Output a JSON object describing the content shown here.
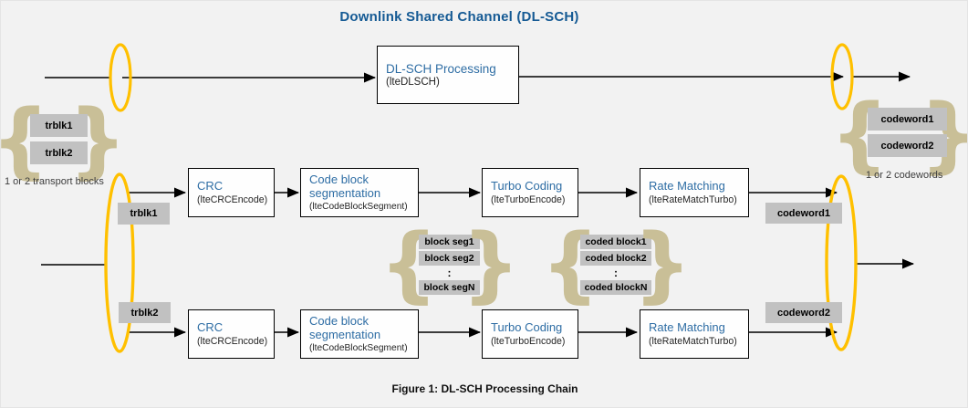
{
  "title": "Downlink Shared Channel (DL-SCH)",
  "caption": "Figure 1: DL-SCH Processing Chain",
  "top_box": {
    "title": "DL-SCH Processing",
    "subtitle": "(lteDLSCH)"
  },
  "chain_boxes": [
    {
      "title": "CRC",
      "subtitle": "(lteCRCEncode)"
    },
    {
      "title": "Code block segmentation",
      "subtitle": "(lteCodeBlockSegment)"
    },
    {
      "title": "Turbo Coding",
      "subtitle": "(lteTurboEncode)"
    },
    {
      "title": "Rate Matching",
      "subtitle": "(lteRateMatchTurbo)"
    }
  ],
  "input_group": {
    "items": [
      "trblk1",
      "trblk2"
    ],
    "caption": "1 or 2 transport blocks"
  },
  "output_group": {
    "items": [
      "codeword1",
      "codeword2"
    ],
    "caption": "1 or 2 codewords"
  },
  "row1": {
    "input_label": "trblk1",
    "output_label": "codeword1"
  },
  "row2": {
    "input_label": "trblk2",
    "output_label": "codeword2"
  },
  "segment_group": {
    "items": [
      "block seg1",
      "block seg2",
      "block segN"
    ],
    "ellipsis": ":"
  },
  "coded_group": {
    "items": [
      "coded block1",
      "coded block2",
      "coded blockN"
    ],
    "ellipsis": ":"
  },
  "glyphs": {
    "brace_left": "{",
    "brace_right": "}"
  },
  "colors": {
    "background": "#F2F2F2",
    "title_blue": "#155A94",
    "box_heading_blue": "#2E6DA4",
    "label_gray": "#C1C1C1",
    "brace_tan": "#C9BF97",
    "ellipse_yellow": "#FFC000",
    "line_black": "#000000"
  }
}
